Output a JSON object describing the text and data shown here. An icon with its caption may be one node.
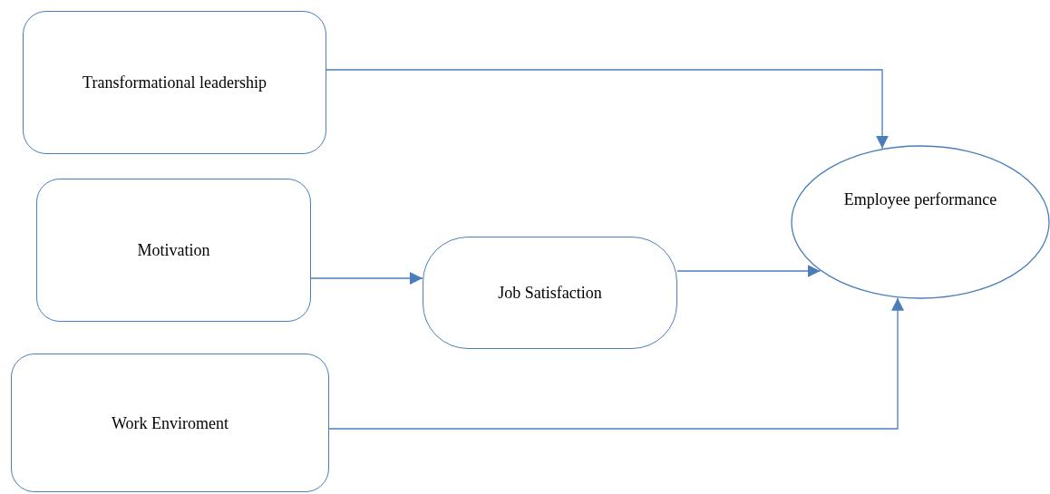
{
  "diagram": {
    "nodes": [
      {
        "text": [
          "Transformational leadership"
        ]
      },
      {
        "text": [
          "Motivation"
        ]
      },
      {
        "text": [
          "Work Enviroment"
        ]
      },
      {
        "text": [
          "Job Satisfaction"
        ]
      },
      {
        "text": [
          "Employee performance"
        ]
      }
    ],
    "edges": [
      {
        "from": 0,
        "to": 4,
        "arrow": "to"
      },
      {
        "from": 1,
        "to": 3,
        "arrow": "to"
      },
      {
        "from": 3,
        "to": 4,
        "arrow": "to"
      },
      {
        "from": 2,
        "to": 4,
        "arrow": "to"
      }
    ]
  }
}
